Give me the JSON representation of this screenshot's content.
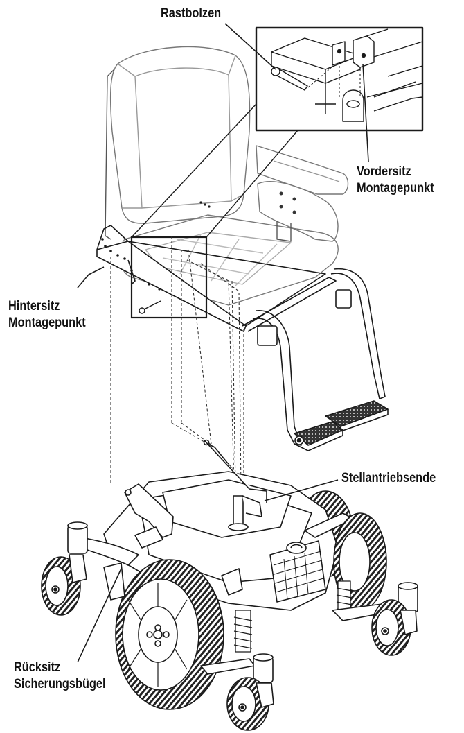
{
  "labels": {
    "rastbolzen": "Rastbolzen",
    "vordersitz_1": "Vordersitz",
    "vordersitz_2": "Montagepunkt",
    "hintersitz_1": "Hintersitz",
    "hintersitz_2": "Montagepunkt",
    "stellantrieb": "Stellantriebsende",
    "ruecksitz_1": "Rücksitz",
    "ruecksitz_2": "Sicherungsbügel"
  },
  "colors": {
    "line": "#1a1a1a",
    "seat_line": "#777777",
    "tire": "#222222"
  },
  "icons": {
    "seat": "power-chair-seat",
    "base": "power-chair-base",
    "detail": "detail-inset"
  }
}
